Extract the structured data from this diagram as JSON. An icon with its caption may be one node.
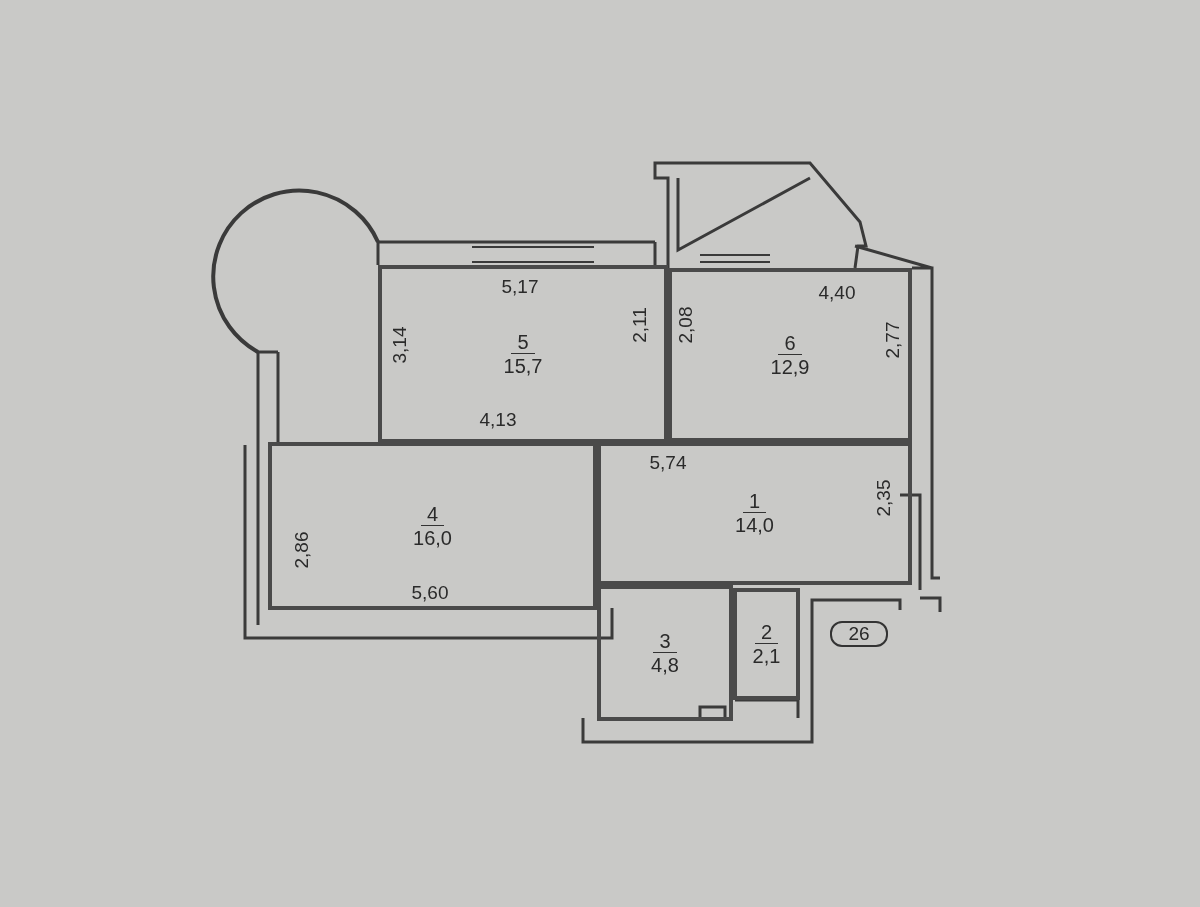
{
  "diagram": {
    "nodes": [
      {
        "text": [
          "5",
          "15,7"
        ]
      },
      {
        "text": [
          "6",
          "12,9"
        ]
      },
      {
        "text": [
          "4",
          "16,0"
        ]
      },
      {
        "text": [
          "1",
          "14,0"
        ]
      },
      {
        "text": [
          "3",
          "4,8"
        ]
      },
      {
        "text": [
          "2",
          "2,1"
        ]
      },
      {
        "text": [
          "26"
        ]
      }
    ],
    "edges": [],
    "labels": [
      "5,17",
      "4,40",
      "2,11",
      "2,08",
      "3,14",
      "2,77",
      "4,13",
      "5,74",
      "2,35",
      "2,86",
      "5,60"
    ]
  }
}
